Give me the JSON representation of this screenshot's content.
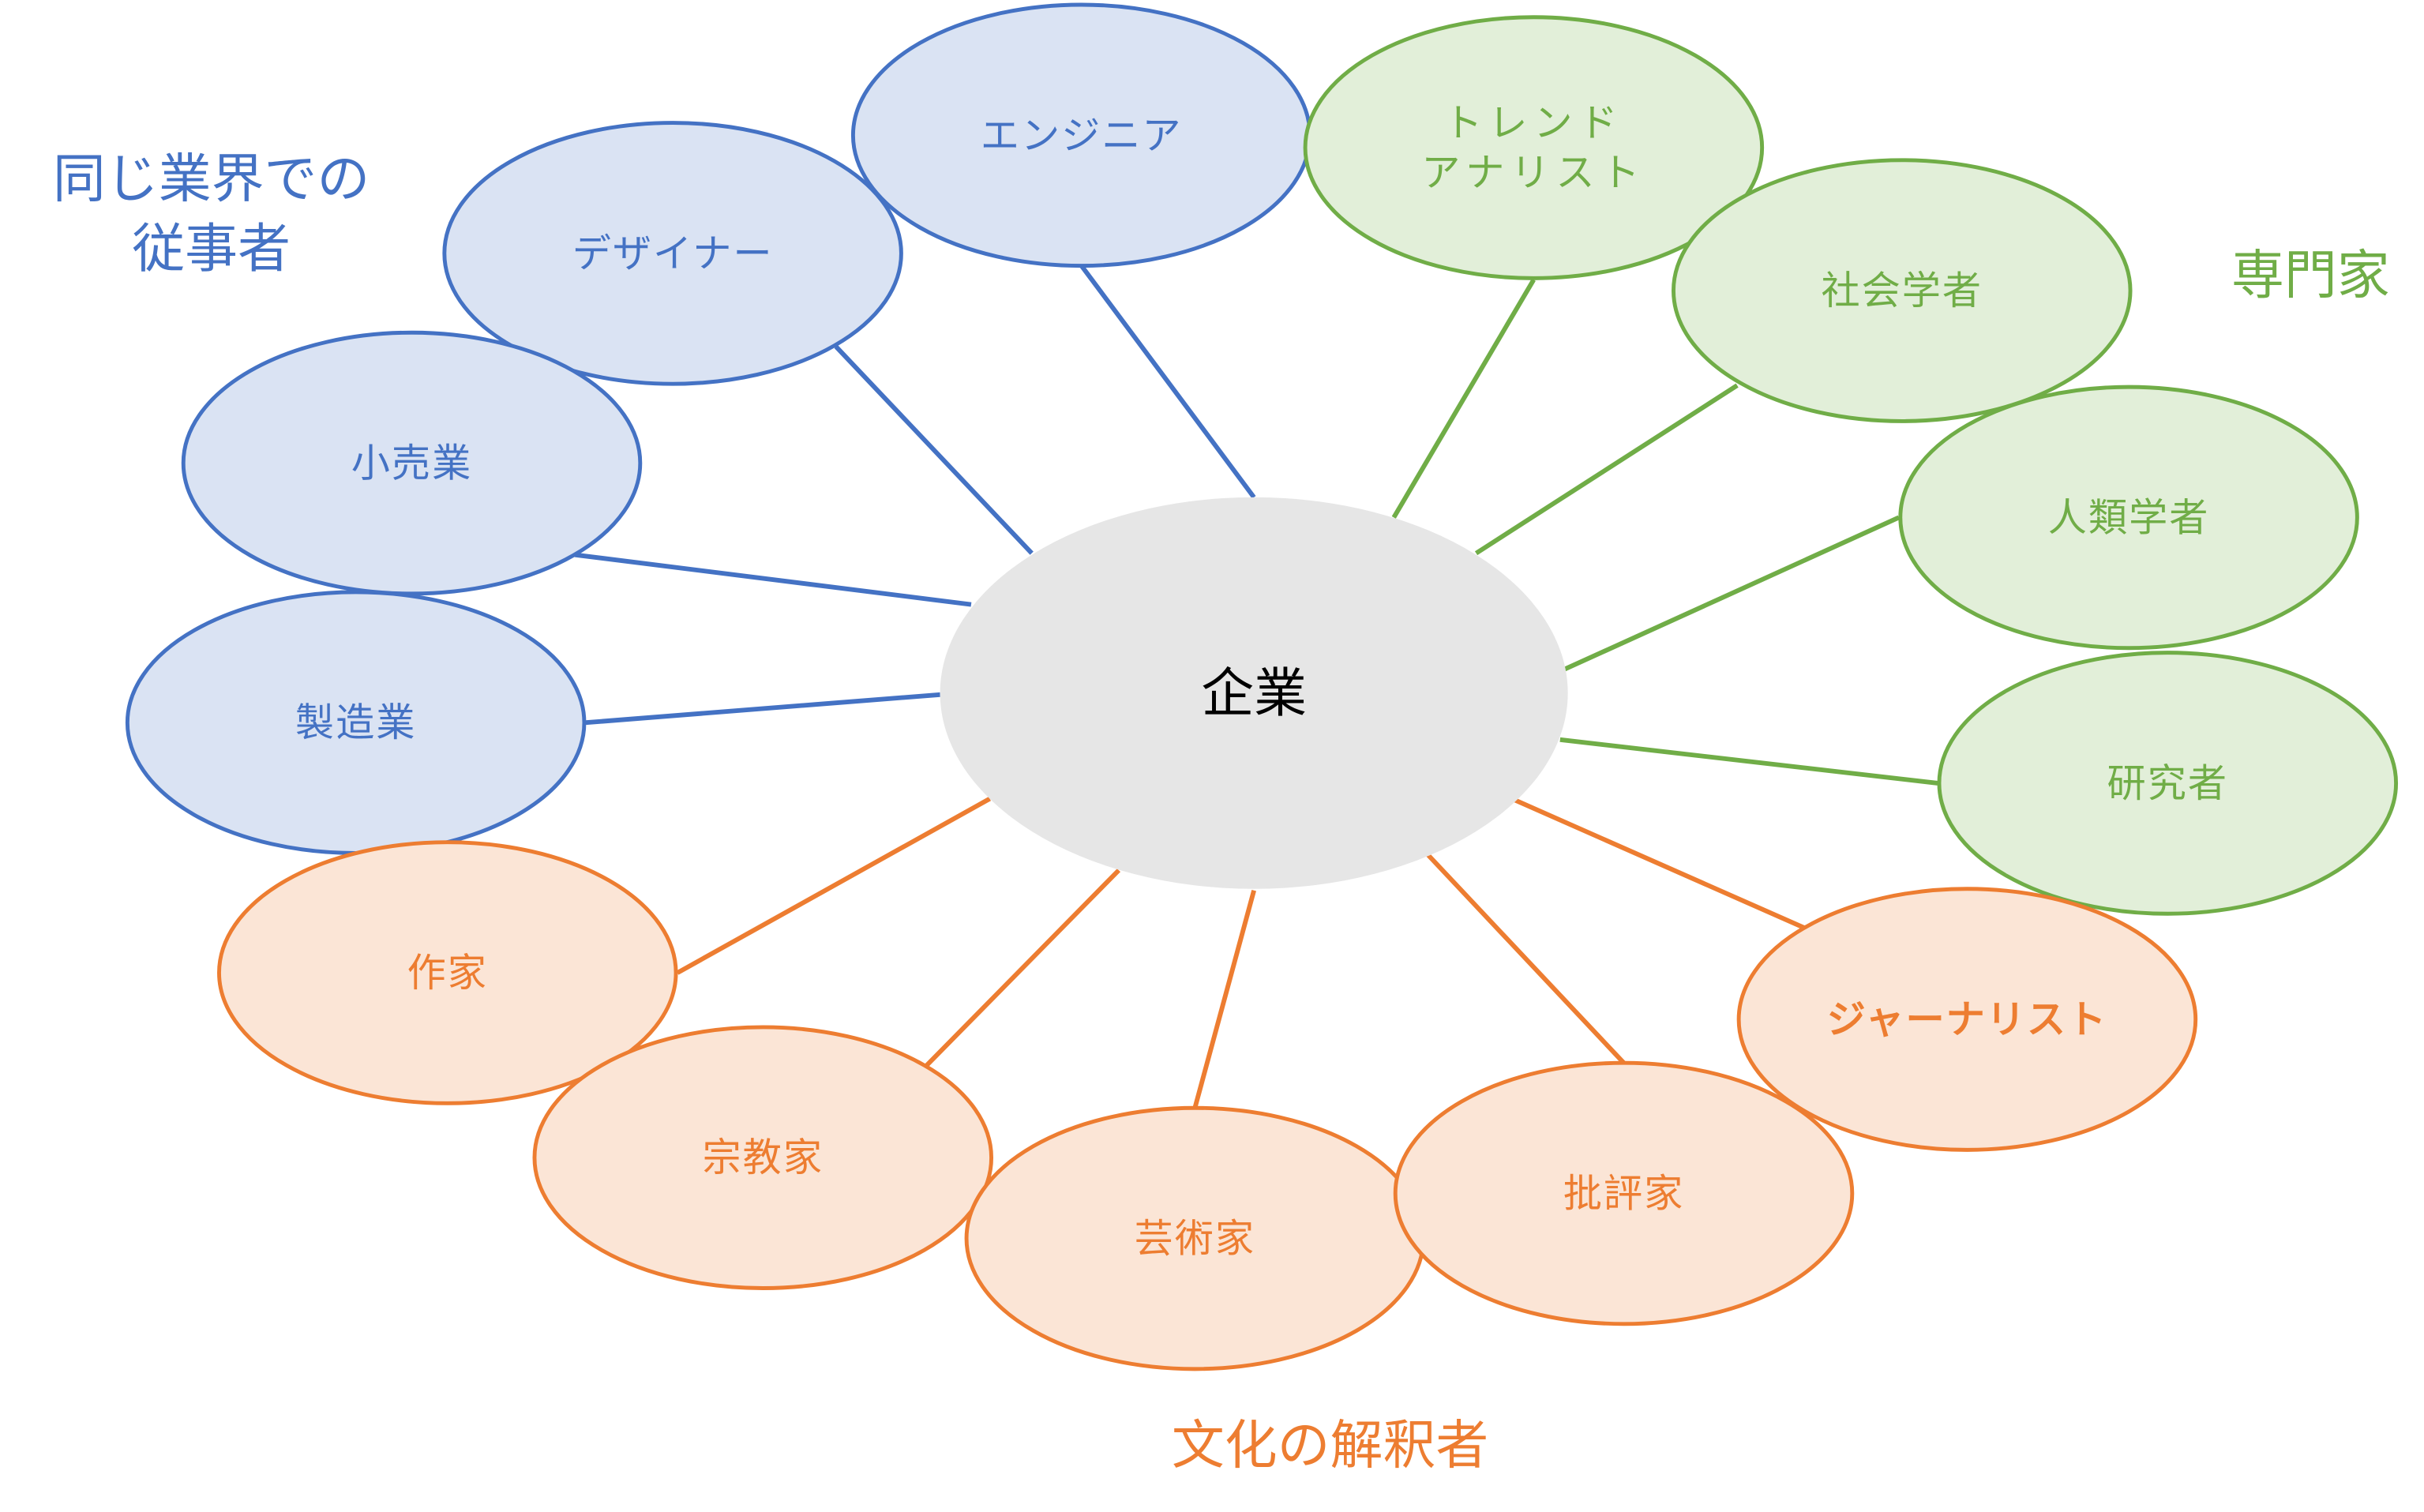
{
  "colors": {
    "blue": {
      "stroke": "#4472c4",
      "fill": "#dae3f3",
      "text": "#4472c4"
    },
    "green": {
      "stroke": "#70ad47",
      "fill": "#e2efd9",
      "text": "#70ad47"
    },
    "orange": {
      "stroke": "#ed7d31",
      "fill": "#fbe5d6",
      "text": "#ed7d31"
    },
    "center": {
      "fill": "#e6e6e6",
      "text": "#000000"
    }
  },
  "center": {
    "label": "企業"
  },
  "groups": [
    {
      "id": "blue",
      "label_lines": [
        "同じ業界での",
        "従事者"
      ]
    },
    {
      "id": "green",
      "label_lines": [
        "専門家"
      ]
    },
    {
      "id": "orange",
      "label_lines": [
        "文化の解釈者"
      ]
    }
  ],
  "nodes": [
    {
      "group": "blue",
      "lines": [
        "エンジニア"
      ]
    },
    {
      "group": "blue",
      "lines": [
        "デザイナー"
      ]
    },
    {
      "group": "blue",
      "lines": [
        "小売業"
      ]
    },
    {
      "group": "blue",
      "lines": [
        "製造業"
      ]
    },
    {
      "group": "green",
      "lines": [
        "トレンド",
        "アナリスト"
      ]
    },
    {
      "group": "green",
      "lines": [
        "社会学者"
      ]
    },
    {
      "group": "green",
      "lines": [
        "人類学者"
      ]
    },
    {
      "group": "green",
      "lines": [
        "研究者"
      ]
    },
    {
      "group": "orange",
      "lines": [
        "作家"
      ]
    },
    {
      "group": "orange",
      "lines": [
        "宗教家"
      ]
    },
    {
      "group": "orange",
      "lines": [
        "芸術家"
      ]
    },
    {
      "group": "orange",
      "lines": [
        "批評家"
      ]
    },
    {
      "group": "orange",
      "lines": [
        "ジャーナリスト"
      ],
      "bold": true
    }
  ]
}
